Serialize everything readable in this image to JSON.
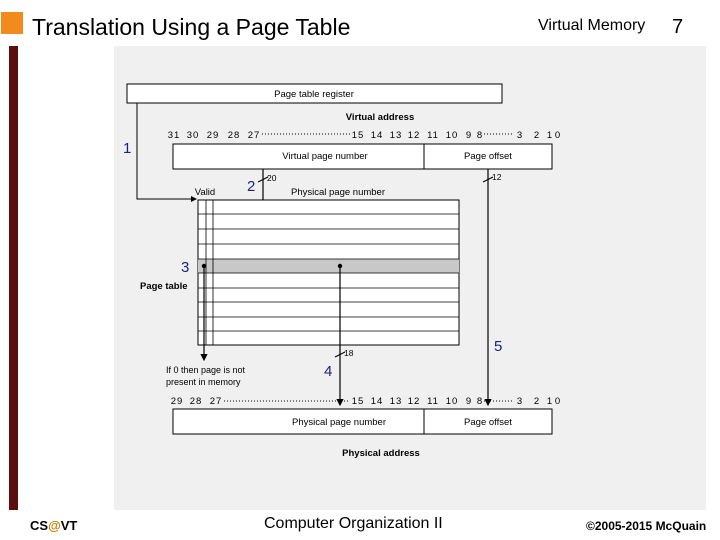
{
  "slide": {
    "title": "Translation Using a Page Table",
    "section": "Virtual Memory",
    "number": "7"
  },
  "figure": {
    "page_table_register": "Page table register",
    "virtual_address_title": "Virtual address",
    "va_bits": [
      "31",
      "30",
      "29",
      "28",
      "27",
      "15",
      "14",
      "13",
      "12",
      "11",
      "10",
      "9",
      "8",
      "3",
      "2",
      "1",
      "0"
    ],
    "virtual_page_number": "Virtual page number",
    "page_offset": "Page offset",
    "valid": "Valid",
    "physical_page_number_header": "Physical page number",
    "bit_20": "20",
    "bit_12": "12",
    "bit_18": "18",
    "page_table_label": "Page table",
    "invalid_note_line1": "If 0 then page is not",
    "invalid_note_line2": "present in memory",
    "pa_bits": [
      "29",
      "28",
      "27",
      "15",
      "14",
      "13",
      "12",
      "11",
      "10",
      "9",
      "8",
      "3",
      "2",
      "1",
      "0"
    ],
    "pa_physical_page_number": "Physical page number",
    "pa_page_offset": "Page offset",
    "physical_address_title": "Physical address"
  },
  "steps": [
    "1",
    "2",
    "3",
    "4",
    "5"
  ],
  "footer": {
    "left_a": "CS",
    "left_at": "@",
    "left_b": "VT",
    "center": "Computer Organization II",
    "right": "©2005-2015 McQuain"
  },
  "colors": {
    "accent": "#f28a1e",
    "bar": "#5a0e10",
    "highlight_row": "#c8c8c8",
    "step_label": "#1a237e"
  }
}
